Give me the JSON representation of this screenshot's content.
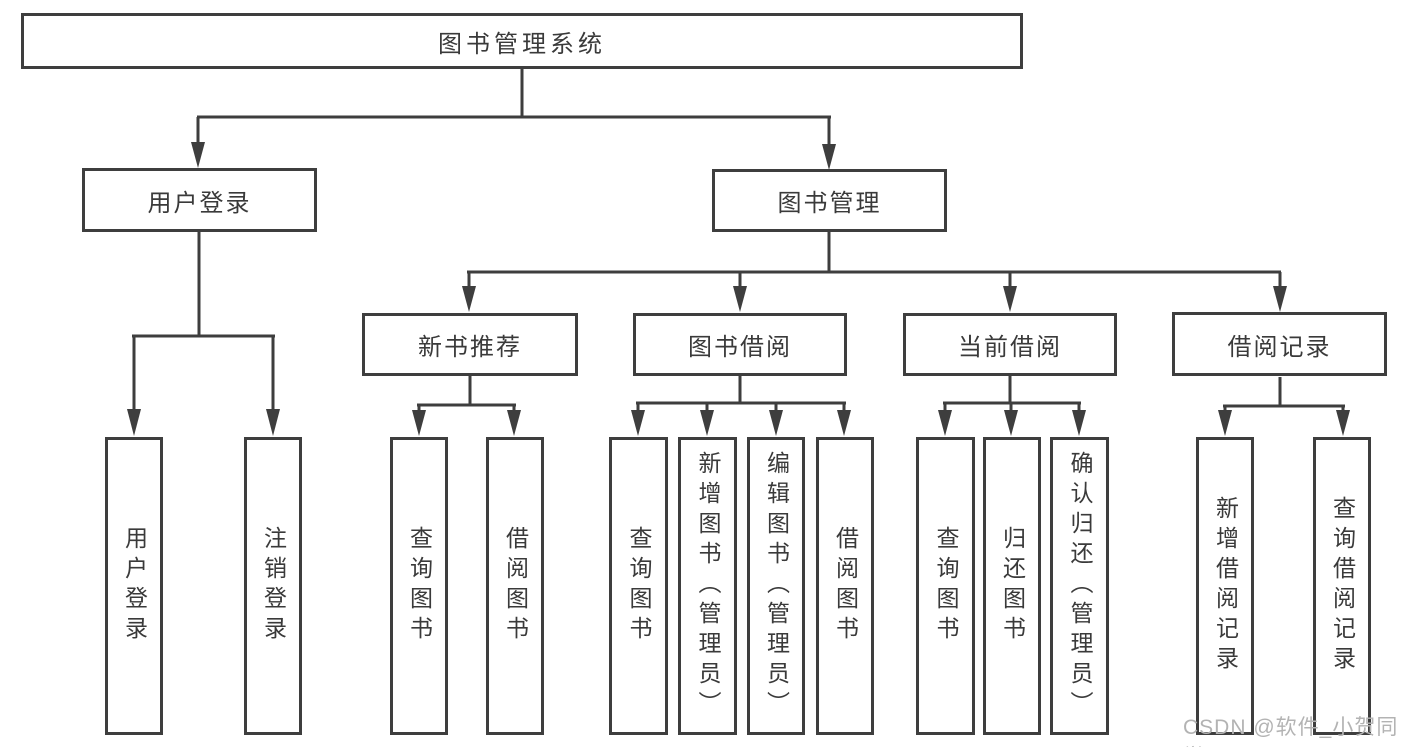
{
  "nodes": {
    "root": {
      "label": "图书管理系统"
    },
    "level2": [
      {
        "label": "用户登录"
      },
      {
        "label": "图书管理"
      }
    ],
    "level3": [
      {
        "label": "新书推荐"
      },
      {
        "label": "图书借阅"
      },
      {
        "label": "当前借阅"
      },
      {
        "label": "借阅记录"
      }
    ],
    "leaves": {
      "user_login": [
        {
          "label": "用户登录"
        },
        {
          "label": "注销登录"
        }
      ],
      "new_book_recommend": [
        {
          "label": "查询图书"
        },
        {
          "label": "借阅图书"
        }
      ],
      "book_borrow": [
        {
          "label": "查询图书"
        },
        {
          "label": "新增图书（管理员）"
        },
        {
          "label": "编辑图书（管理员）"
        },
        {
          "label": "借阅图书"
        }
      ],
      "current_borrow": [
        {
          "label": "查询图书"
        },
        {
          "label": "归还图书"
        },
        {
          "label": "确认归还（管理员）"
        }
      ],
      "borrow_record": [
        {
          "label": "新增借阅记录"
        },
        {
          "label": "查询借阅记录"
        }
      ]
    }
  },
  "watermark": {
    "text": "CSDN @软件_小贺同学"
  },
  "colors": {
    "line": "#3e3e3e",
    "box_border": "#3e3e3e",
    "text": "#3a3a3a",
    "watermark": "#b3b3b3",
    "background": "#ffffff"
  }
}
